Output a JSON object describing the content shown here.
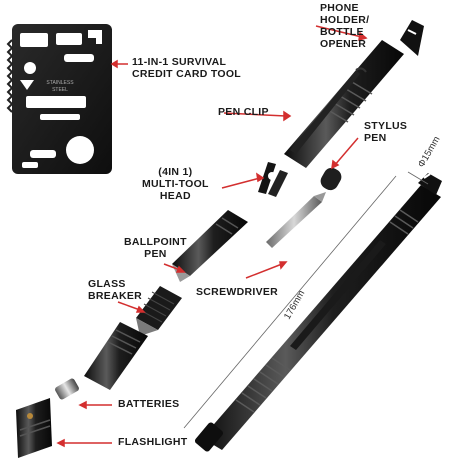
{
  "labels": {
    "card_tool": [
      "11-IN-1 SURVIVAL",
      "CREDIT CARD TOOL"
    ],
    "phone_holder": [
      "PHONE",
      "HOLDER/",
      "BOTTLE",
      "OPENER"
    ],
    "pen_clip": [
      "PEN CLIP"
    ],
    "stylus_pen": [
      "STYLUS",
      "PEN"
    ],
    "multi_tool_head": [
      "(4IN 1)",
      "MULTI-TOOL",
      "HEAD"
    ],
    "ballpoint_pen": [
      "BALLPOINT",
      "PEN"
    ],
    "screwdriver": [
      "SCREWDRIVER"
    ],
    "glass_breaker": [
      "GLASS",
      "BREAKER"
    ],
    "batteries": [
      "BATTERIES"
    ],
    "flashlight": [
      "FLASHLIGHT"
    ]
  },
  "card_text": [
    "STAINLESS",
    "STEEL"
  ],
  "dimensions": {
    "diameter": "Φ15mm",
    "length": "176mm"
  },
  "colors": {
    "metal_dark": "#141414",
    "metal_mid": "#2e2e2e",
    "highlight": "#8a8a8a",
    "arrow": "#d32f2f",
    "brass": "#b8893a"
  }
}
